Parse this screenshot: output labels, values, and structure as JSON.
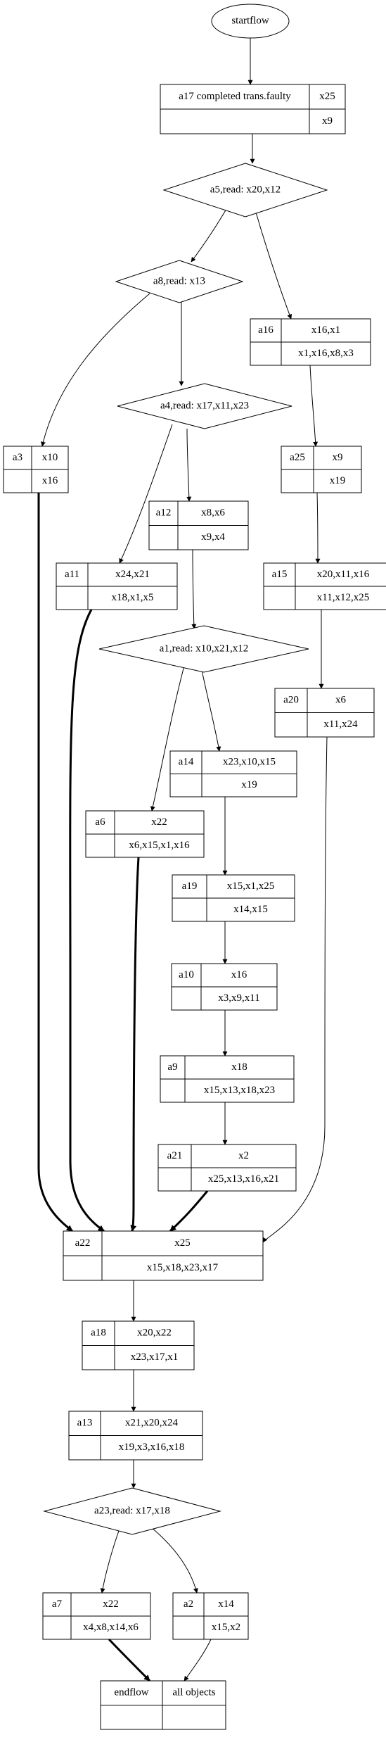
{
  "start": "startflow",
  "nodes": [
    {
      "id": "a17",
      "label": "a17 completed trans.faulty",
      "top": "x25",
      "bottom": "x9"
    },
    {
      "id": "a16",
      "label": "a16",
      "top": "x16,x1",
      "bottom": "x1,x16,x8,x3"
    },
    {
      "id": "a3",
      "label": "a3",
      "top": "x10",
      "bottom": "x16"
    },
    {
      "id": "a25",
      "label": "a25",
      "top": "x9",
      "bottom": "x19"
    },
    {
      "id": "a12",
      "label": "a12",
      "top": "x8,x6",
      "bottom": "x9,x4"
    },
    {
      "id": "a11",
      "label": "a11",
      "top": "x24,x21",
      "bottom": "x18,x1,x5"
    },
    {
      "id": "a15",
      "label": "a15",
      "top": "x20,x11,x16",
      "bottom": "x11,x12,x25"
    },
    {
      "id": "a20",
      "label": "a20",
      "top": "x6",
      "bottom": "x11,x24"
    },
    {
      "id": "a14",
      "label": "a14",
      "top": "x23,x10,x15",
      "bottom": "x19"
    },
    {
      "id": "a6",
      "label": "a6",
      "top": "x22",
      "bottom": "x6,x15,x1,x16"
    },
    {
      "id": "a19",
      "label": "a19",
      "top": "x15,x1,x25",
      "bottom": "x14,x15"
    },
    {
      "id": "a10",
      "label": "a10",
      "top": "x16",
      "bottom": "x3,x9,x11"
    },
    {
      "id": "a9",
      "label": "a9",
      "top": "x18",
      "bottom": "x15,x13,x18,x23"
    },
    {
      "id": "a21",
      "label": "a21",
      "top": "x2",
      "bottom": "x25,x13,x16,x21"
    },
    {
      "id": "a22",
      "label": "a22",
      "top": "x25",
      "bottom": "x15,x18,x23,x17"
    },
    {
      "id": "a18",
      "label": "a18",
      "top": "x20,x22",
      "bottom": "x23,x17,x1"
    },
    {
      "id": "a13",
      "label": "a13",
      "top": "x21,x20,x24",
      "bottom": "x19,x3,x16,x18"
    },
    {
      "id": "a7",
      "label": "a7",
      "top": "x22",
      "bottom": "x4,x8,x14,x6"
    },
    {
      "id": "a2",
      "label": "a2",
      "top": "x14",
      "bottom": "x15,x2"
    },
    {
      "id": "endflow",
      "label": "endflow",
      "top": "all objects",
      "bottom": ""
    }
  ],
  "decisions": [
    {
      "id": "a5",
      "label": "a5,read: x20,x12"
    },
    {
      "id": "a8",
      "label": "a8,read: x13"
    },
    {
      "id": "a4",
      "label": "a4,read: x17,x11,x23"
    },
    {
      "id": "a1",
      "label": "a1,read: x10,x21,x12"
    },
    {
      "id": "a23",
      "label": "a23,read: x17,x18"
    }
  ],
  "edges": [
    {
      "from": "startflow",
      "to": "a17",
      "bold": false
    },
    {
      "from": "a17",
      "to": "a5",
      "bold": false
    },
    {
      "from": "a5",
      "to": "a8",
      "bold": false
    },
    {
      "from": "a5",
      "to": "a16",
      "bold": false
    },
    {
      "from": "a8",
      "to": "a3",
      "bold": false
    },
    {
      "from": "a8",
      "to": "a4",
      "bold": false
    },
    {
      "from": "a16",
      "to": "a25",
      "bold": false
    },
    {
      "from": "a4",
      "to": "a11",
      "bold": false
    },
    {
      "from": "a4",
      "to": "a12",
      "bold": false
    },
    {
      "from": "a25",
      "to": "a15",
      "bold": false
    },
    {
      "from": "a12",
      "to": "a1",
      "bold": false
    },
    {
      "from": "a15",
      "to": "a20",
      "bold": false
    },
    {
      "from": "a1",
      "to": "a6",
      "bold": false
    },
    {
      "from": "a1",
      "to": "a14",
      "bold": false
    },
    {
      "from": "a14",
      "to": "a19",
      "bold": false
    },
    {
      "from": "a19",
      "to": "a10",
      "bold": false
    },
    {
      "from": "a10",
      "to": "a9",
      "bold": false
    },
    {
      "from": "a9",
      "to": "a21",
      "bold": false
    },
    {
      "from": "a3",
      "to": "a22",
      "bold": true
    },
    {
      "from": "a11",
      "to": "a22",
      "bold": true
    },
    {
      "from": "a6",
      "to": "a22",
      "bold": true
    },
    {
      "from": "a21",
      "to": "a22",
      "bold": true
    },
    {
      "from": "a20",
      "to": "a22",
      "bold": false
    },
    {
      "from": "a22",
      "to": "a18",
      "bold": false
    },
    {
      "from": "a18",
      "to": "a13",
      "bold": false
    },
    {
      "from": "a13",
      "to": "a23",
      "bold": false
    },
    {
      "from": "a23",
      "to": "a7",
      "bold": false
    },
    {
      "from": "a23",
      "to": "a2",
      "bold": false
    },
    {
      "from": "a7",
      "to": "endflow",
      "bold": true
    },
    {
      "from": "a2",
      "to": "endflow",
      "bold": false
    }
  ]
}
